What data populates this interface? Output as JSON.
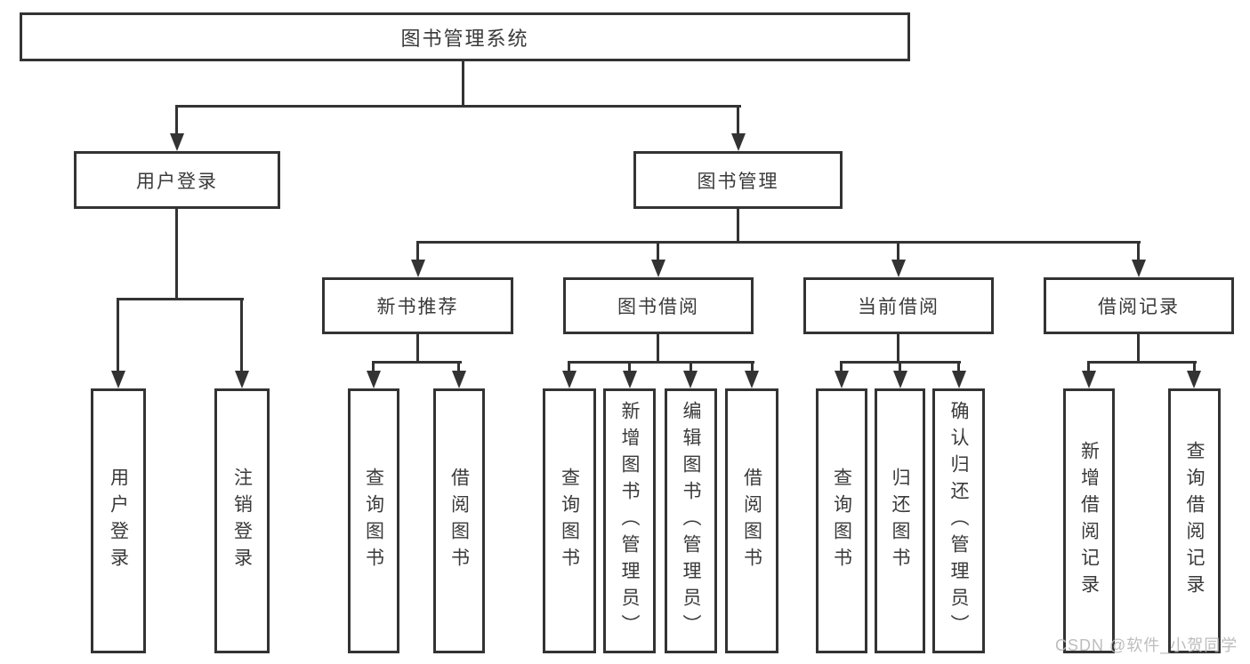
{
  "tree": {
    "root": {
      "label": "图书管理系统",
      "children": [
        {
          "label": "用户登录",
          "children": [
            {
              "label": "用户登录"
            },
            {
              "label": "注销登录"
            }
          ]
        },
        {
          "label": "图书管理",
          "children": [
            {
              "label": "新书推荐",
              "children": [
                {
                  "label": "查询图书"
                },
                {
                  "label": "借阅图书"
                }
              ]
            },
            {
              "label": "图书借阅",
              "children": [
                {
                  "label": "查询图书"
                },
                {
                  "label": "新增图书（管理员）"
                },
                {
                  "label": "编辑图书（管理员）"
                },
                {
                  "label": "借阅图书"
                }
              ]
            },
            {
              "label": "当前借阅",
              "children": [
                {
                  "label": "查询图书"
                },
                {
                  "label": "归还图书"
                },
                {
                  "label": "确认归还（管理员）"
                }
              ]
            },
            {
              "label": "借阅记录",
              "children": [
                {
                  "label": "新增借阅记录"
                },
                {
                  "label": "查询借阅记录"
                }
              ]
            }
          ]
        }
      ]
    }
  },
  "watermark": {
    "text": "CSDN @软件_小贺同学"
  },
  "colors": {
    "line": "#333333",
    "text": "#3a3a3a",
    "background": "#ffffff",
    "watermark": "#b9b9b9"
  }
}
